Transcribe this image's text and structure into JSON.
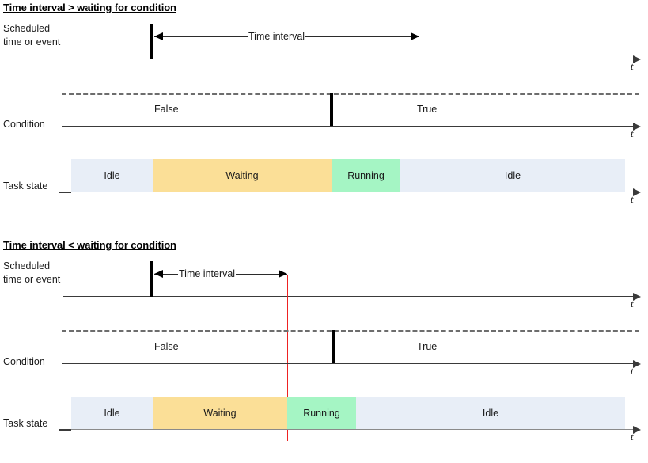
{
  "figure": {
    "axis_symbol": "t",
    "colors": {
      "idle": "#e8eef7",
      "waiting": "#fbdf97",
      "running": "#a5f5c4",
      "red_marker": "#ee2222",
      "axis": "#3a3a3a",
      "dashed": "#6d6d6d"
    }
  },
  "diagrams": [
    {
      "title": "Time interval > waiting for condition",
      "rows": {
        "scheduled": {
          "label_line1": "Scheduled",
          "label_line2": "time or event",
          "measure_label": "Time interval",
          "axis_symbol": "t"
        },
        "condition": {
          "label": "Condition",
          "value_before": "False",
          "value_after": "True",
          "axis_symbol": "t"
        },
        "task_state": {
          "label": "Task state",
          "axis_symbol": "t",
          "blocks": [
            {
              "name": "Idle",
              "color": "#e8eef7"
            },
            {
              "name": "Waiting",
              "color": "#fbdf97"
            },
            {
              "name": "Running",
              "color": "#a5f5c4"
            },
            {
              "name": "Idle",
              "color": "#e8eef7"
            }
          ]
        }
      }
    },
    {
      "title": "Time interval < waiting for condition",
      "rows": {
        "scheduled": {
          "label_line1": "Scheduled",
          "label_line2": "time or event",
          "measure_label": "Time interval",
          "axis_symbol": "t"
        },
        "condition": {
          "label": "Condition",
          "value_before": "False",
          "value_after": "True",
          "axis_symbol": "t"
        },
        "task_state": {
          "label": "Task state",
          "axis_symbol": "t",
          "blocks": [
            {
              "name": "Idle",
              "color": "#e8eef7"
            },
            {
              "name": "Waiting",
              "color": "#fbdf97"
            },
            {
              "name": "Running",
              "color": "#a5f5c4"
            },
            {
              "name": "Idle",
              "color": "#e8eef7"
            }
          ]
        }
      }
    }
  ]
}
